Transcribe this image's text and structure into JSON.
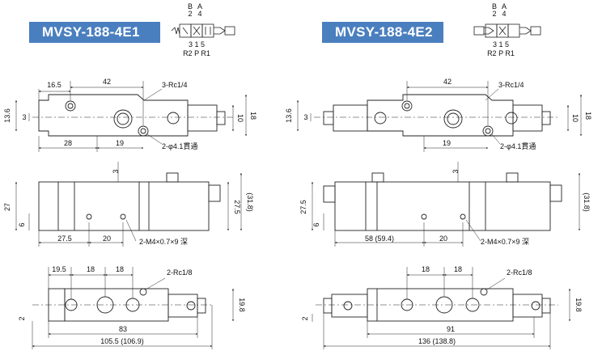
{
  "models": [
    {
      "name": "MVSY-188-4E1",
      "symbol": {
        "port_b": "B",
        "port_a": "A",
        "num_b": "2",
        "num_a": "4",
        "num_bottom": "3 1 5",
        "labels_bottom": "R2 P R1"
      },
      "top_view": {
        "dims": [
          "16.5",
          "42",
          "13.6",
          "3",
          "28",
          "19",
          "10",
          "18"
        ],
        "notes": [
          "3-Rc1/4",
          "2-φ4.1貫通"
        ]
      },
      "side_view": {
        "dims": [
          "3",
          "27",
          "6",
          "27.5",
          "20",
          "27.5",
          "(31.8)"
        ],
        "notes": [
          "2-M4×0.7×9 深"
        ]
      },
      "bottom_view": {
        "dims": [
          "19.5",
          "18",
          "18",
          "2",
          "19.8",
          "83",
          "105.5 (106.9)"
        ],
        "notes": [
          "2-Rc1/8"
        ]
      }
    },
    {
      "name": "MVSY-188-4E2",
      "symbol": {
        "port_b": "B",
        "port_a": "A",
        "num_b": "2",
        "num_a": "4",
        "num_bottom": "3 1 5",
        "labels_bottom": "R2 P R1"
      },
      "top_view": {
        "dims": [
          "42",
          "13.6",
          "3",
          "19",
          "10",
          "18"
        ],
        "notes": [
          "3-Rc1/4",
          "2-φ4.1貫通"
        ]
      },
      "side_view": {
        "dims": [
          "3",
          "27.5",
          "6",
          "58 (59.4)",
          "20",
          "(31.8)"
        ],
        "notes": [
          "2-M4×0.7×9 深"
        ]
      },
      "bottom_view": {
        "dims": [
          "18",
          "18",
          "2",
          "19.8",
          "91",
          "136 (138.8)"
        ],
        "notes": [
          "2-Rc1/8"
        ]
      }
    }
  ]
}
